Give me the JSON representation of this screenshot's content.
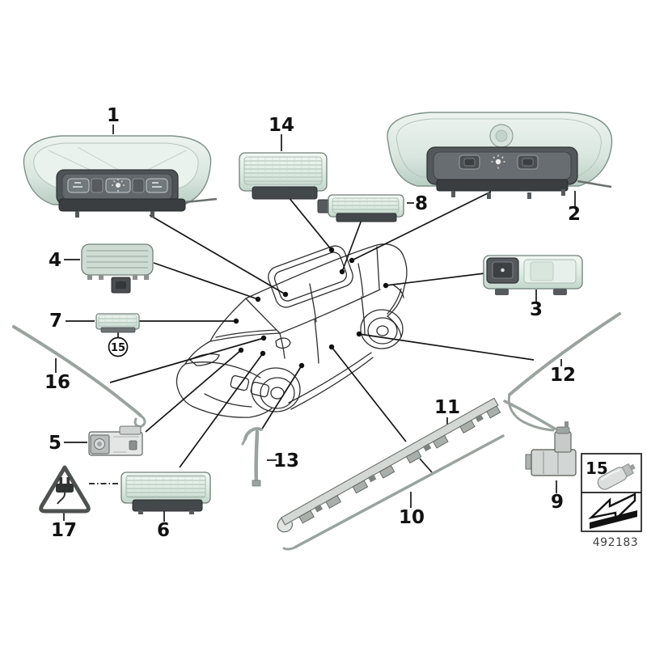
{
  "diagram": {
    "background": "#ffffff",
    "doc_number": "492183",
    "callouts": {
      "c1": "1",
      "c2": "2",
      "c3": "3",
      "c4": "4",
      "c5": "5",
      "c6": "6",
      "c7": "7",
      "c8": "8",
      "c9": "9",
      "c10": "10",
      "c11": "11",
      "c12": "12",
      "c13": "13",
      "c14": "14",
      "c15_circled": "15",
      "c16": "16",
      "c17": "17"
    },
    "legend_box": {
      "number": "15",
      "symbol": "bulb-icon"
    },
    "direction_box": {
      "symbol": "direction-of-travel-arrow-icon"
    },
    "warning": {
      "symbol": "warning-triangle-plug-icon"
    },
    "colors": {
      "lens_tint": "#dcebe2",
      "lens_light": "#f2f7f3",
      "panel_dark": "#4e5356",
      "strip_gray": "#9aa39e",
      "line": "#161616"
    }
  }
}
